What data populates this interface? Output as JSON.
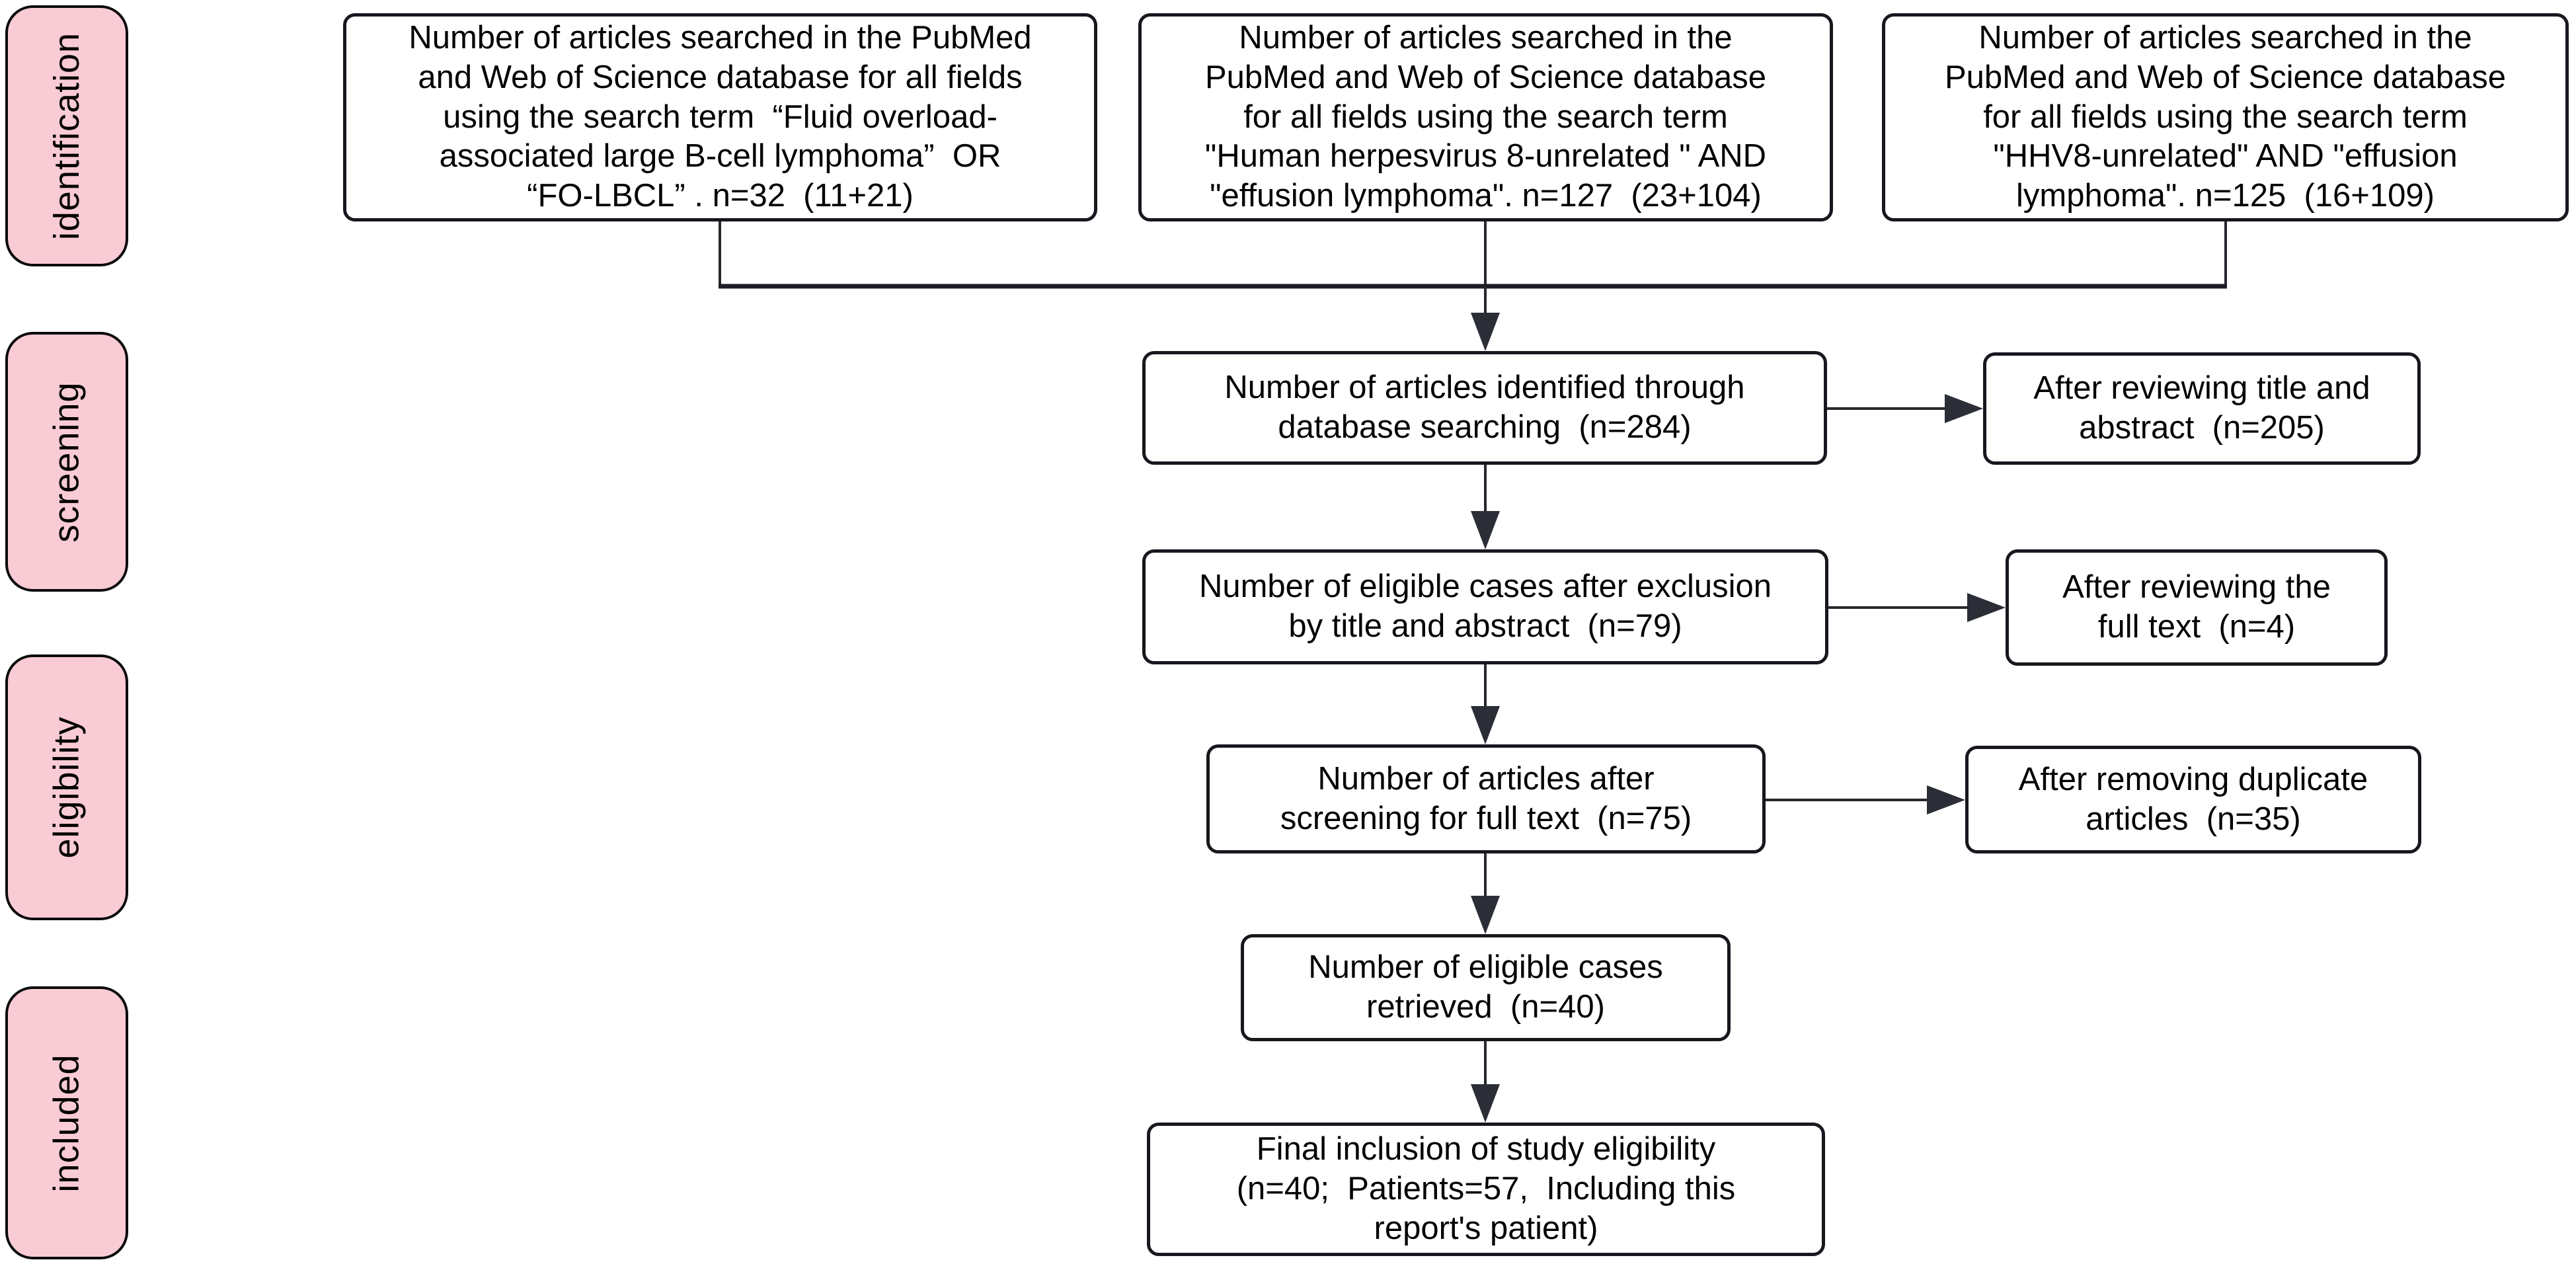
{
  "diagram": {
    "type": "prisma-literature-screening-flowchart",
    "colors": {
      "stage_fill": "#f9cbd4",
      "stage_border": "#0b0b0b",
      "box_fill": "#ffffff",
      "box_border": "#16181d",
      "line": "#26282e",
      "text": "#000000"
    },
    "stages": [
      "identification",
      "screening",
      "eligibility",
      "included"
    ],
    "identification_boxes": [
      {
        "text": "Number of articles searched in the PubMed\nand Web of Science database for all fields\nusing the search term  “Fluid overload-\nassociated large B-cell lymphoma”  OR\n“FO-LBCL” . n=32  (11+21)"
      },
      {
        "text": "Number of articles searched in the\nPubMed and Web of Science database\nfor all fields using the search term\n\"Human herpesvirus 8-unrelated \" AND\n\"effusion lymphoma\". n=127  (23+104)"
      },
      {
        "text": "Number of articles searched in the\nPubMed and Web of Science database\nfor all fields using the search term\n\"HHV8-unrelated\" AND \"effusion\nlymphoma\". n=125  (16+109)"
      }
    ],
    "process_boxes": [
      {
        "text": "Number of articles identified through\ndatabase searching  (n=284)"
      },
      {
        "text": "Number of eligible cases after exclusion\nby title and abstract  (n=79)"
      },
      {
        "text": "Number of articles after\nscreening for full text  (n=75)"
      },
      {
        "text": "Number of eligible cases\nretrieved  (n=40)"
      },
      {
        "text": "Final inclusion of study eligibility\n(n=40;  Patients=57,  Including this\nreport's patient)"
      }
    ],
    "exclusion_boxes": [
      {
        "text": "After reviewing title and\nabstract  (n=205)"
      },
      {
        "text": "After reviewing the\nfull text  (n=4)"
      },
      {
        "text": "After removing duplicate\narticles  (n=35)"
      }
    ]
  }
}
